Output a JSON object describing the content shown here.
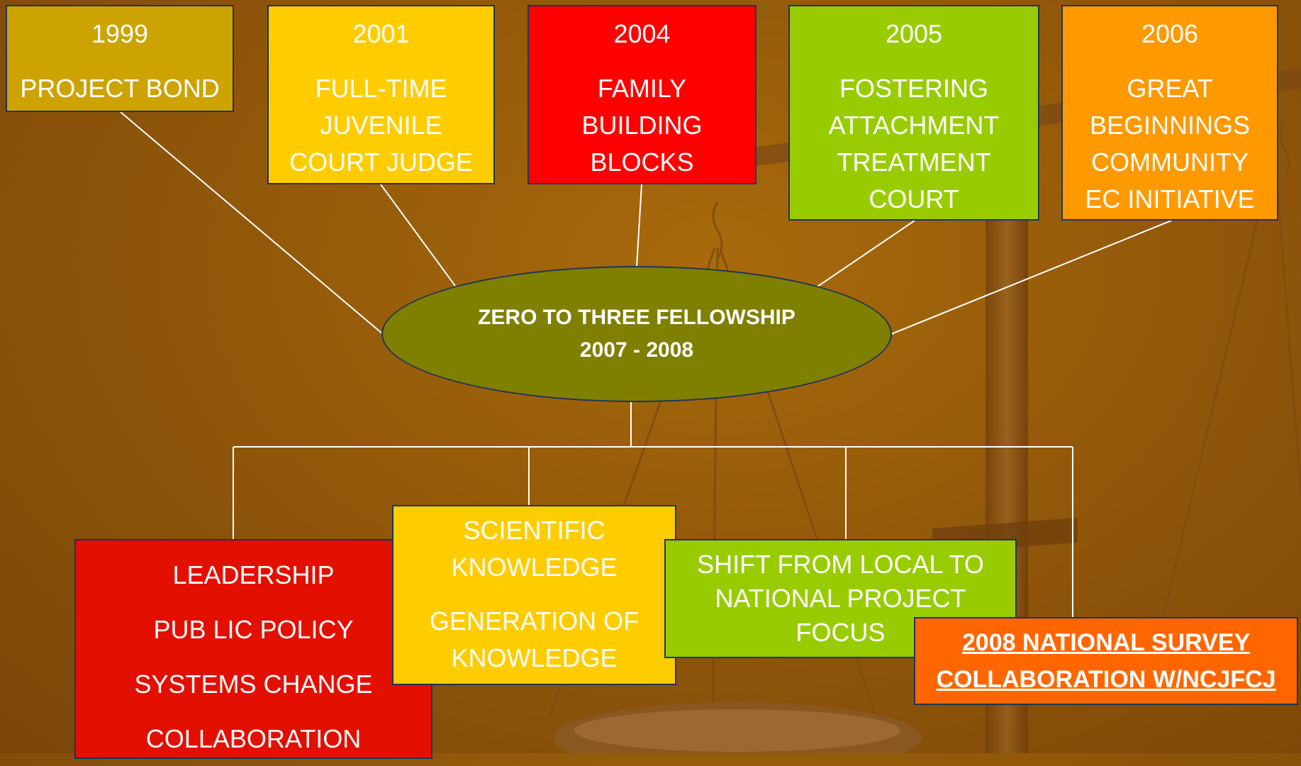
{
  "colors": {
    "background": "#93590a",
    "border": "#1f3556",
    "box_1999": "#cca300",
    "box_2001": "#ffcc00",
    "box_2004": "#ff0000",
    "box_2005": "#99cc00",
    "box_2006": "#ff9900",
    "center": "#7f7f00",
    "leadership": "#e30f00",
    "scientific": "#ffcc00",
    "shift": "#99cc00",
    "survey": "#ff6600"
  },
  "milestones": [
    {
      "year": "1999",
      "lines": [
        "PROJECT BOND"
      ]
    },
    {
      "year": "2001",
      "lines": [
        "FULL-TIME",
        "JUVENILE",
        "COURT JUDGE"
      ]
    },
    {
      "year": "2004",
      "lines": [
        "FAMILY",
        "BUILDING",
        "BLOCKS"
      ]
    },
    {
      "year": "2005",
      "lines": [
        "FOSTERING",
        "ATTACHMENT",
        "TREATMENT",
        "COURT"
      ]
    },
    {
      "year": "2006",
      "lines": [
        "GREAT",
        "BEGINNINGS",
        "COMMUNITY",
        "EC INITIATIVE"
      ]
    }
  ],
  "center": {
    "line1": "ZERO TO THREE FELLOWSHIP",
    "line2": "2007 - 2008"
  },
  "outcomes": {
    "leadership": [
      "LEADERSHIP",
      "PUB LIC POLICY",
      "SYSTEMS CHANGE",
      "COLLABORATION"
    ],
    "scientific": [
      "SCIENTIFIC",
      "KNOWLEDGE",
      "GENERATION OF",
      "KNOWLEDGE"
    ],
    "shift": [
      "SHIFT FROM LOCAL TO",
      "NATIONAL PROJECT",
      "FOCUS"
    ],
    "survey": [
      "2008 NATIONAL SURVEY",
      "COLLABORATION W/NCJFCJ"
    ]
  }
}
